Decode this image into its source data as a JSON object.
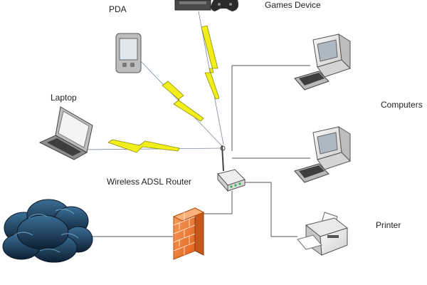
{
  "labels": {
    "pda": "PDA",
    "games_device": "Games Device",
    "laptop": "Laptop",
    "computers": "Computers",
    "router": "Wireless ADSL Router",
    "printer": "Printer"
  },
  "connections": {
    "wired_color": "#5a5a5a",
    "wireless_color": "#f2ee1a"
  }
}
